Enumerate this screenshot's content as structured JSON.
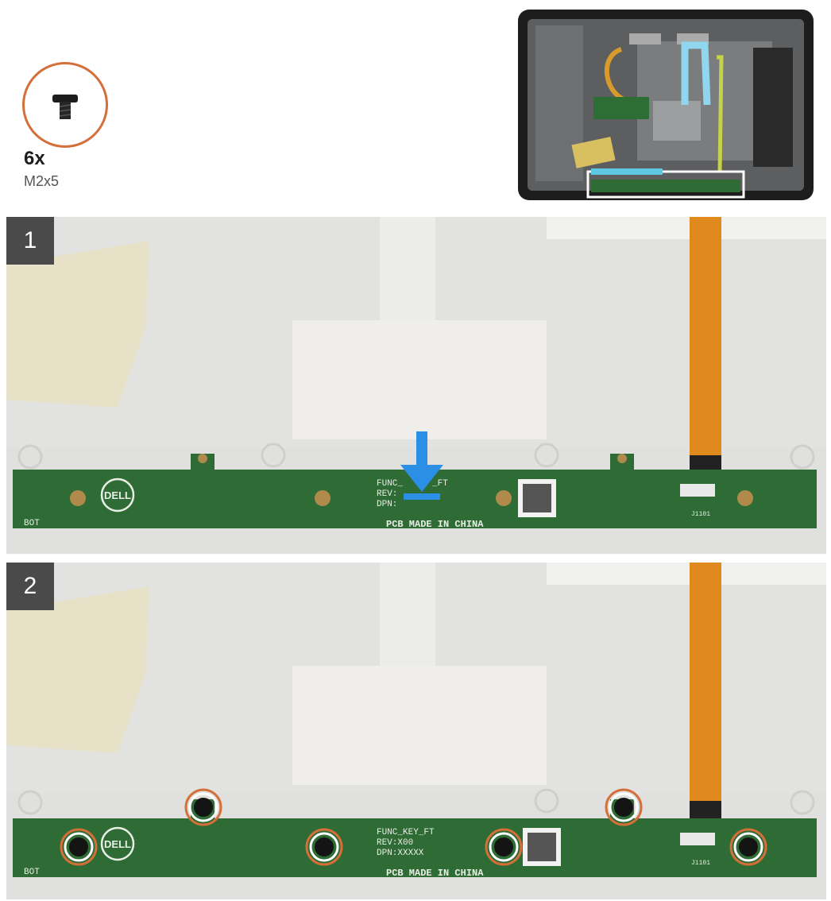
{
  "screws": {
    "count_label": "6x",
    "type_label": "M2x5"
  },
  "steps": [
    {
      "number": "1",
      "board": {
        "name": "FUNC_",
        "suffix": "_FT",
        "rev": "REV:",
        "dpn": "DPN:",
        "made_in": "PCB MADE IN CHINA",
        "bot": "BOT",
        "connector": "J1101",
        "logo": "DELL"
      }
    },
    {
      "number": "2",
      "board": {
        "name": "FUNC_KEY_FT",
        "rev": "REV:X00",
        "dpn": "DPN:XXXXX",
        "made_in": "PCB MADE IN CHINA",
        "bot": "BOT",
        "connector": "J1101",
        "logo": "DELL"
      }
    }
  ],
  "colors": {
    "pcb": "#2f6b34",
    "cable": "#e08a1e",
    "screw_ring": "#d56f3a",
    "arrow": "#2b8fe6",
    "highlight": "#ffffff"
  }
}
